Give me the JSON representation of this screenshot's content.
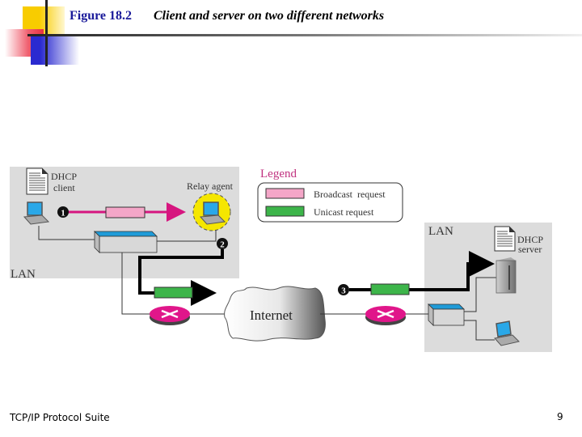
{
  "header": {
    "figure_number": "Figure 18.2",
    "caption": "Client and server on two different networks"
  },
  "diagram": {
    "left_lan": {
      "label": "LAN",
      "client_label_line1": "DHCP",
      "client_label_line2": "client",
      "relay_label": "Relay agent"
    },
    "right_lan": {
      "label": "LAN",
      "server_label_line1": "DHCP",
      "server_label_line2": "server"
    },
    "internet_label": "Internet",
    "steps": [
      "1",
      "2",
      "3"
    ],
    "legend": {
      "title": "Legend",
      "items": [
        {
          "label": "Broadcast  request",
          "color": "#f4a6c8"
        },
        {
          "label": "Unicast request",
          "color": "#3db54a"
        }
      ]
    },
    "colors": {
      "lan_bg": "#dcdcdc",
      "broadcast_line": "#d6157f",
      "router": "#e0168a",
      "relay_highlight": "#f5e600",
      "legend_title": "#c0307f"
    }
  },
  "footer": {
    "left_text": "TCP/IP Protocol Suite",
    "page_number": "9"
  }
}
